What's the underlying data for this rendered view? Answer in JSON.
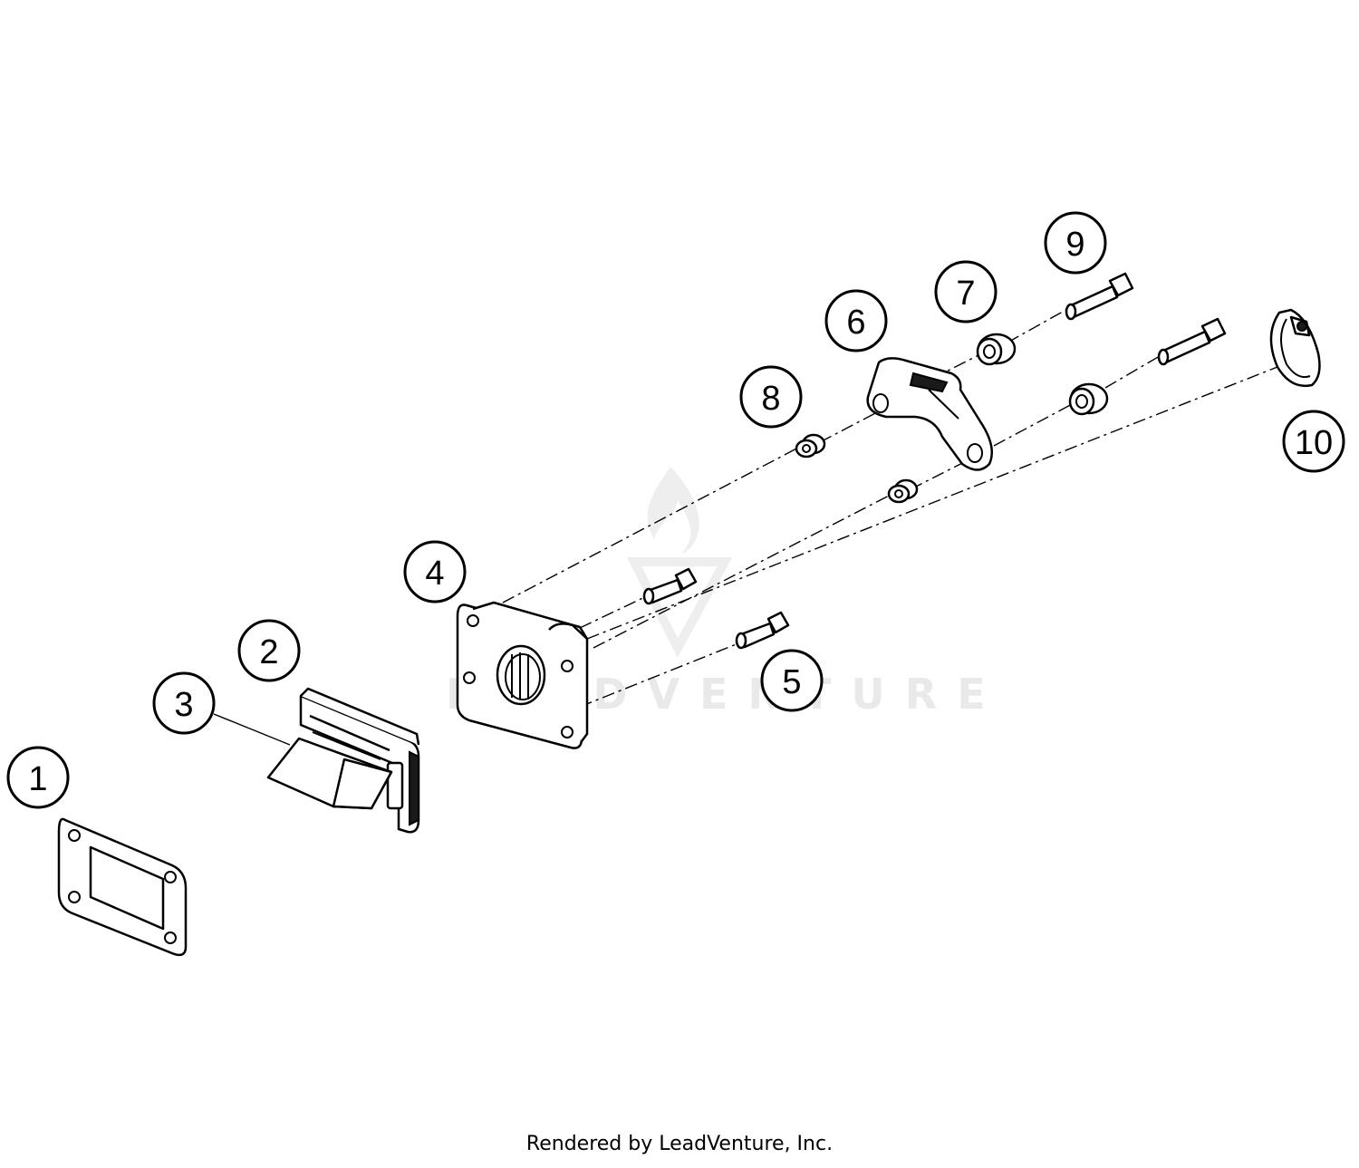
{
  "diagram": {
    "callouts": [
      "1",
      "2",
      "3",
      "4",
      "5",
      "6",
      "7",
      "8",
      "9",
      "10"
    ],
    "watermark": "LEADVENTURE",
    "credit": "Rendered by LeadVenture, Inc."
  }
}
